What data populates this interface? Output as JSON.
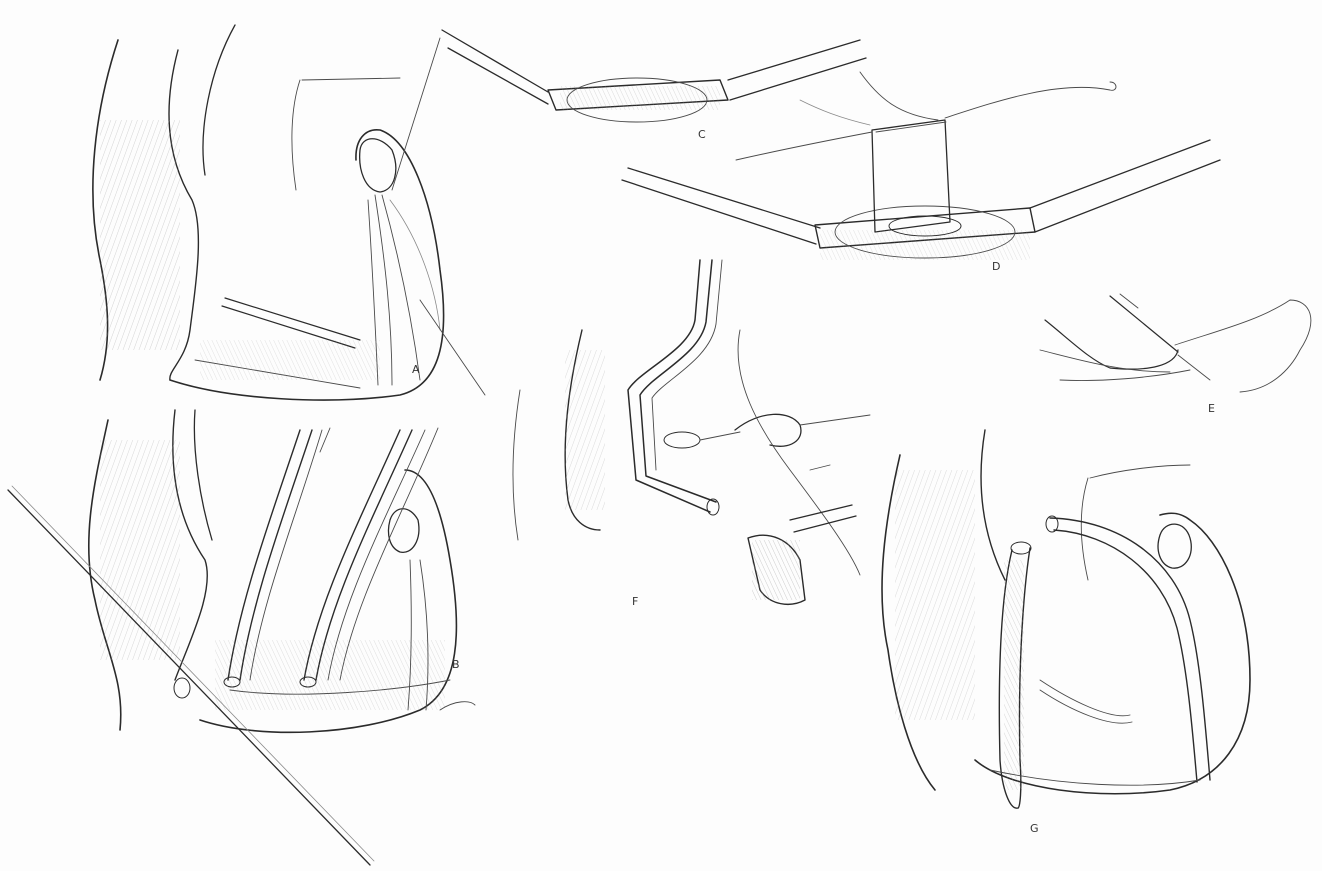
{
  "figure": {
    "panels": [
      {
        "id": "A",
        "label": "A"
      },
      {
        "id": "B",
        "label": "B"
      },
      {
        "id": "C",
        "label": "C"
      },
      {
        "id": "D",
        "label": "D"
      },
      {
        "id": "E",
        "label": "E"
      },
      {
        "id": "F",
        "label": "F"
      },
      {
        "id": "G",
        "label": "G"
      }
    ]
  },
  "colors": {
    "ink": "#2b2b2b",
    "background": "#fdfdfd"
  }
}
